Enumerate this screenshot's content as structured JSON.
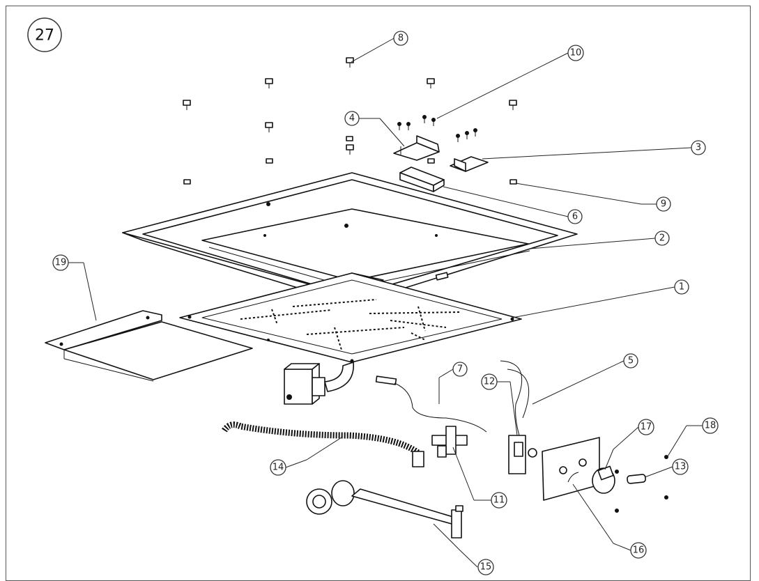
{
  "figure_number": "27",
  "callouts": [
    {
      "label": "1"
    },
    {
      "label": "2"
    },
    {
      "label": "3"
    },
    {
      "label": "4"
    },
    {
      "label": "5"
    },
    {
      "label": "6"
    },
    {
      "label": "7"
    },
    {
      "label": "8"
    },
    {
      "label": "9"
    },
    {
      "label": "10"
    },
    {
      "label": "11"
    },
    {
      "label": "12"
    },
    {
      "label": "13"
    },
    {
      "label": "14"
    },
    {
      "label": "15"
    },
    {
      "label": "16"
    },
    {
      "label": "17"
    },
    {
      "label": "18"
    },
    {
      "label": "19"
    }
  ]
}
